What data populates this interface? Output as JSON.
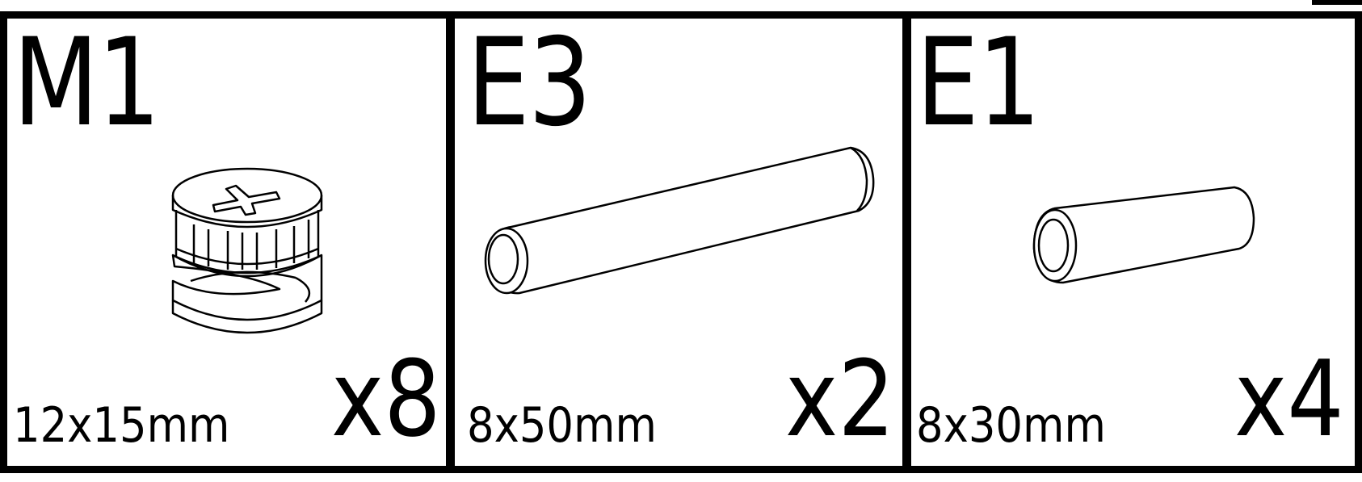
{
  "parts": [
    {
      "code": "M1",
      "size": "12x15mm",
      "quantity": "x8",
      "icon": "cam-lock-nut-icon"
    },
    {
      "code": "E3",
      "size": "8x50mm",
      "quantity": "x2",
      "icon": "wooden-dowel-long-icon"
    },
    {
      "code": "E1",
      "size": "8x30mm",
      "quantity": "x4",
      "icon": "wooden-dowel-short-icon"
    }
  ]
}
